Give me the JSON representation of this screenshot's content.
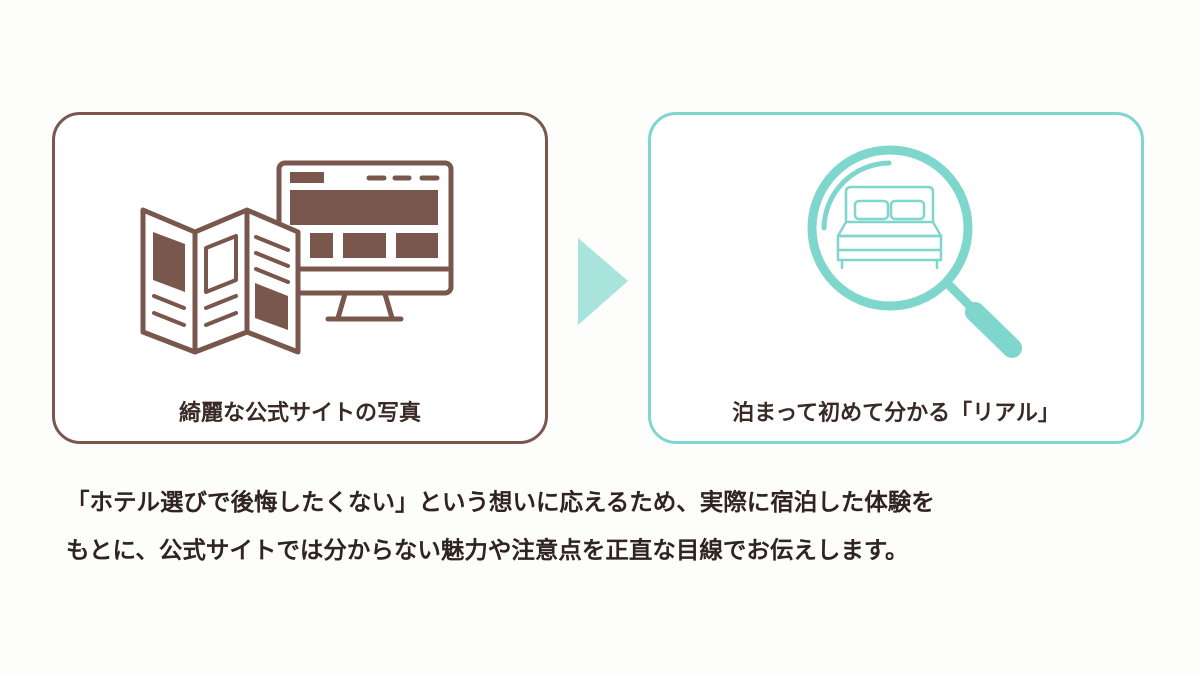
{
  "left_card": {
    "label": "綺麗な公式サイトの写真",
    "icon": "brochure-and-monitor-icon",
    "color": "#7a574d"
  },
  "right_card": {
    "label": "泊まって初めて分かる「リアル」",
    "icon": "magnifier-bed-icon",
    "color": "#7fd6cc"
  },
  "arrow": {
    "icon": "arrow-right-icon",
    "color": "#a8e3dc"
  },
  "description": {
    "line1": "「ホテル選びで後悔したくない」という想いに応えるため、実際に宿泊した体験を",
    "line2": "もとに、公式サイトでは分からない魅力や注意点を正直な目線でお伝えします。"
  }
}
